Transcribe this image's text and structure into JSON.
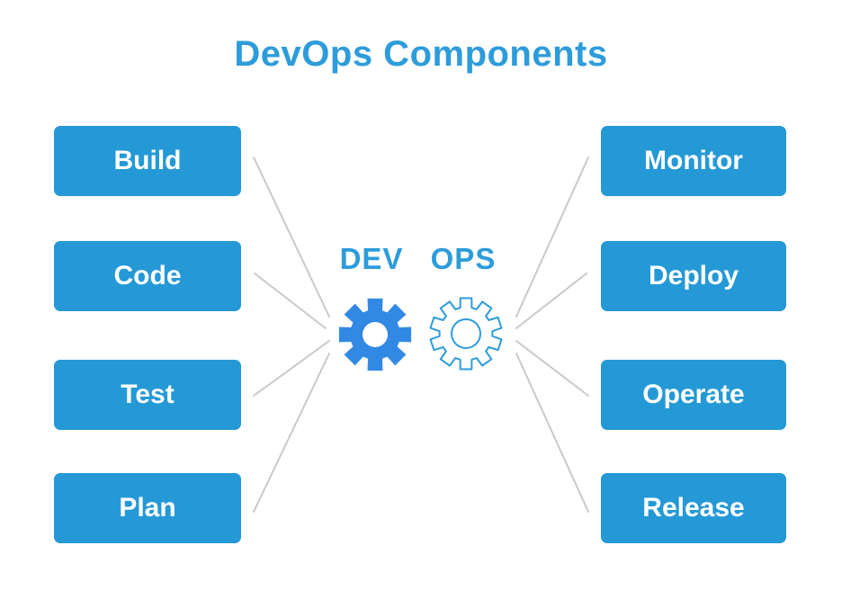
{
  "title": "DevOps Components",
  "center": {
    "dev_label": "DEV",
    "ops_label": "OPS",
    "dev_icon": "filled-gear-icon",
    "ops_icon": "outline-gear-icon"
  },
  "left_items": [
    "Build",
    "Code",
    "Test",
    "Plan"
  ],
  "right_items": [
    "Monitor",
    "Deploy",
    "Operate",
    "Release"
  ],
  "colors": {
    "title_blue": "#2D9CDB",
    "box_blue": "#2499D6",
    "box_text": "#FFFFFF",
    "gear_dev_fill": "#3189E4",
    "gear_ops_stroke": "#2D9CDB",
    "connector_gray": "#C9C9C9"
  }
}
